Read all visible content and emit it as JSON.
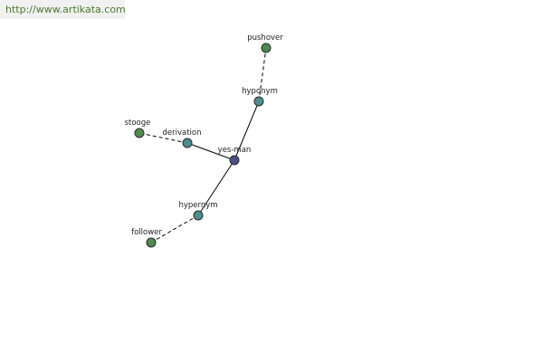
{
  "source": {
    "url_text": "http://www.artikata.com"
  },
  "graph": {
    "colors": {
      "center": "#4a4f8c",
      "relation": "#4c8f8f",
      "term": "#4f8a4f"
    },
    "nodes": [
      {
        "id": "yes-man",
        "label": "yes-man",
        "kind": "center"
      },
      {
        "id": "hyponym",
        "label": "hyponym",
        "kind": "relation"
      },
      {
        "id": "pushover",
        "label": "pushover",
        "kind": "term"
      },
      {
        "id": "derivation",
        "label": "derivation",
        "kind": "relation"
      },
      {
        "id": "stooge",
        "label": "stooge",
        "kind": "term"
      },
      {
        "id": "hypernym",
        "label": "hypernym",
        "kind": "relation"
      },
      {
        "id": "follower",
        "label": "follower",
        "kind": "term"
      }
    ],
    "edges": [
      {
        "from": "yes-man",
        "to": "hyponym",
        "style": "solid"
      },
      {
        "from": "hyponym",
        "to": "pushover",
        "style": "dashed"
      },
      {
        "from": "yes-man",
        "to": "derivation",
        "style": "solid"
      },
      {
        "from": "derivation",
        "to": "stooge",
        "style": "dashed"
      },
      {
        "from": "yes-man",
        "to": "hypernym",
        "style": "solid"
      },
      {
        "from": "hypernym",
        "to": "follower",
        "style": "dashed"
      }
    ]
  }
}
